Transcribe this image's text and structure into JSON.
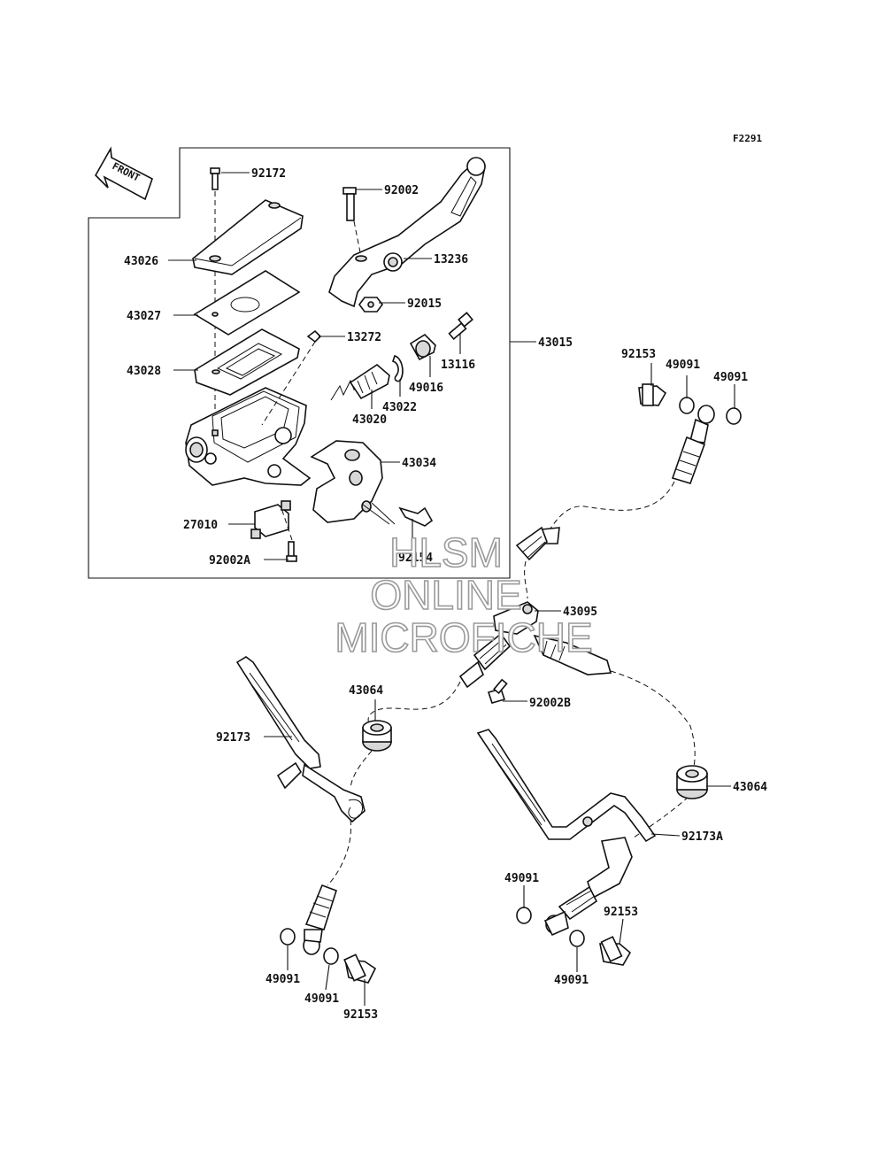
{
  "diagram_code": "F2291",
  "front_label": "FRONT",
  "watermark": {
    "line1": "HLSM",
    "line2": "ONLINE",
    "line3": "MICROFICHE"
  },
  "labels": {
    "p92172": "92172",
    "p92002": "92002",
    "p43026": "43026",
    "p13236": "13236",
    "p92015": "92015",
    "p43027": "43027",
    "p13272": "13272",
    "p43015": "43015",
    "p43028": "43028",
    "p13116": "13116",
    "p49016": "49016",
    "p43022": "43022",
    "p43020": "43020",
    "p43034": "43034",
    "p27010": "27010",
    "p92154": "92154",
    "p92002A": "92002A",
    "p92153a": "92153",
    "p49091a": "49091",
    "p49091b": "49091",
    "p43095": "43095",
    "p92002B": "92002B",
    "p43064a": "43064",
    "p92173": "92173",
    "p43064b": "43064",
    "p92173A": "92173A",
    "p49091c": "49091",
    "p92153b": "92153",
    "p49091d": "49091",
    "p49091e": "49091",
    "p49091f": "49091",
    "p92153c": "92153"
  }
}
